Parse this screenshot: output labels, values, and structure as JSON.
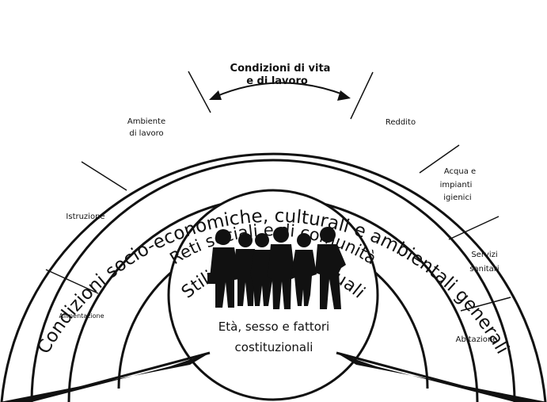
{
  "rings": {
    "outer": "Condizioni socio-economiche, culturali e ambientali generali",
    "social": "Reti sociali e di comunità",
    "lifestyle": "Stili di vita individuali"
  },
  "living_conditions": {
    "line1": "Condizioni di vita",
    "line2": "e di lavoro"
  },
  "sectors": {
    "alimentazione": "Alimentazione",
    "istruzione": "Istruzione",
    "ambiente_line1": "Ambiente",
    "ambiente_line2": "di lavoro",
    "reddito": "Reddito",
    "acqua_line1": "Acqua e",
    "acqua_line2": "impianti",
    "acqua_line3": "igienici",
    "servizi_line1": "Servizi",
    "servizi_line2": "sanitari",
    "abitazione": "Abitazione"
  },
  "core": {
    "line1": "Età, sesso e fattori",
    "line2": "costituzionali"
  }
}
